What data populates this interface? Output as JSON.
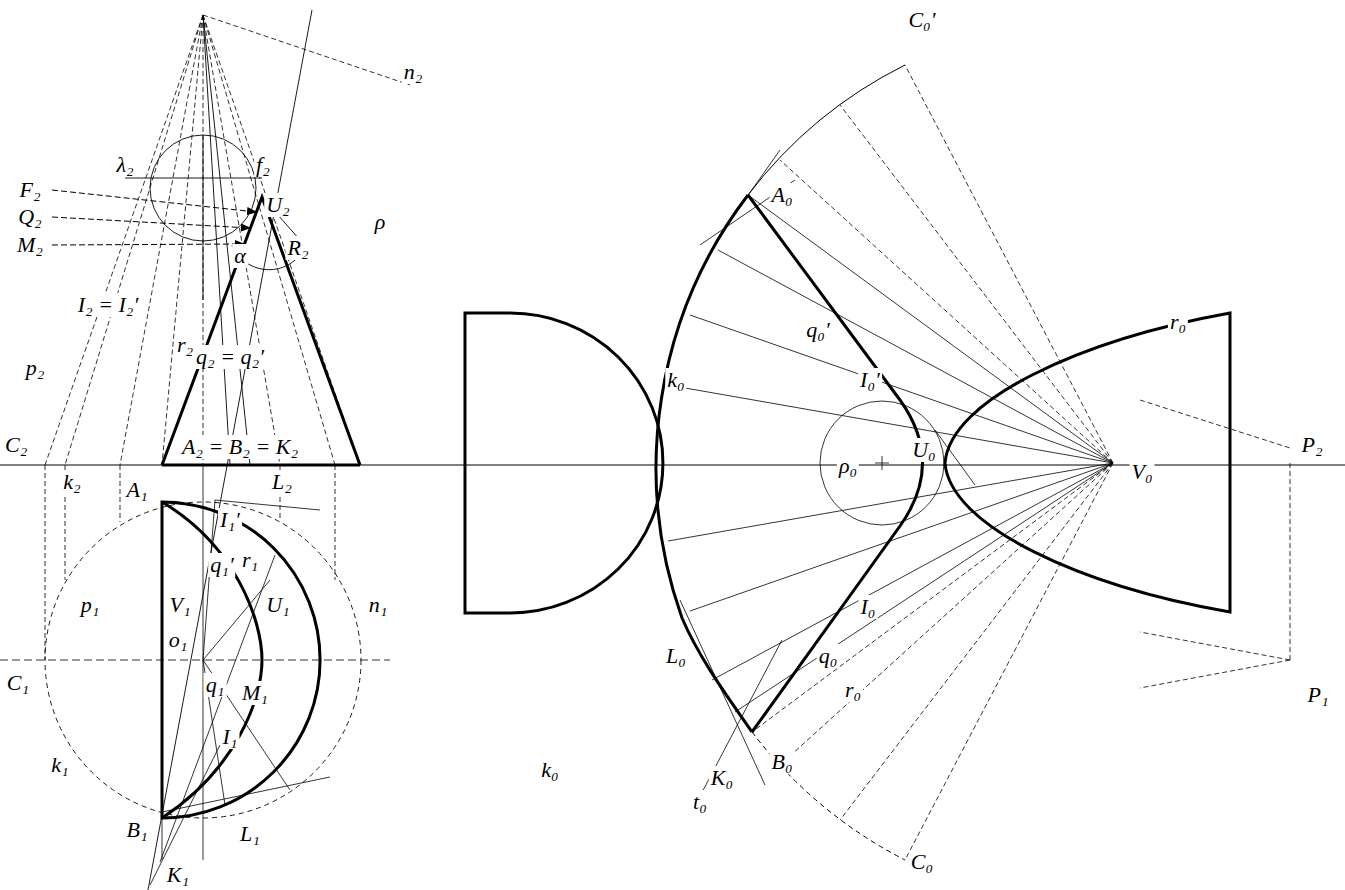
{
  "diagram": {
    "labels": [
      "n₂",
      "λ₂",
      "f₂",
      "F₂",
      "U₂",
      "Q₂",
      "ρ",
      "R₂",
      "M₂",
      "α",
      "I₂ = I₂′",
      "p₂",
      "r₂",
      "q₂ = q₂′",
      "C₂",
      "A₂ = B₂ = K₂",
      "k₂",
      "A₁",
      "L₂",
      "I₁′",
      "q₁′",
      "r₁",
      "U₁",
      "V₁",
      "p₁",
      "n₁",
      "C₁",
      "o₁",
      "q₁",
      "M₁",
      "I₁",
      "k₁",
      "B₁",
      "L₁",
      "K₁",
      "C₀′",
      "A₀",
      "q₀′",
      "r₀",
      "k₀",
      "I₀′",
      "ρ₀",
      "U₀",
      "V₀",
      "P₂",
      "k₀",
      "I₀",
      "L₀",
      "q₀",
      "r₀",
      "P₁",
      "K₀",
      "B₀",
      "t₀",
      "C₀"
    ]
  }
}
